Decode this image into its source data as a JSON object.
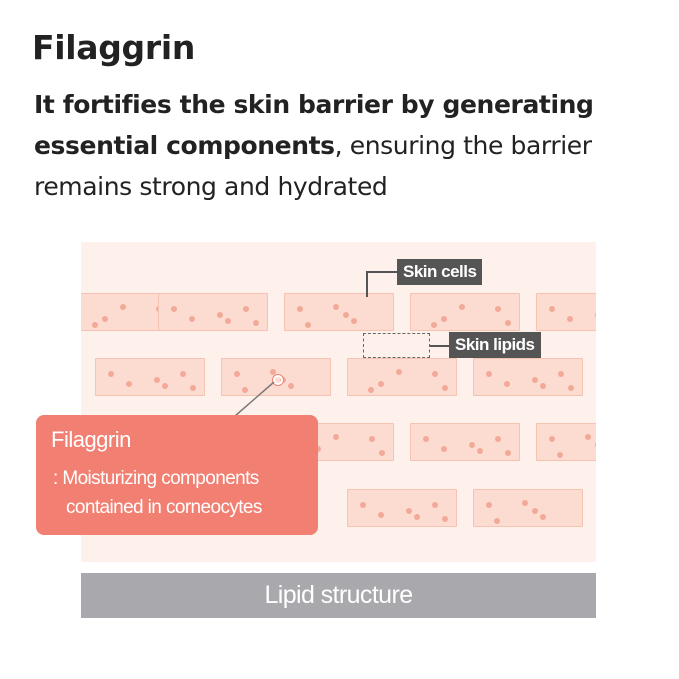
{
  "header": {
    "title": "Filaggrin",
    "desc_bold": "It fortifies the skin barrier by generating essential components",
    "desc_rest": ", ensuring the barrier remains strong and hydrated"
  },
  "diagram": {
    "labels": {
      "skin_cells": "Skin cells",
      "skin_lipids": "Skin lipids"
    },
    "filaggrin_card": {
      "title": "Filaggrin",
      "line1": ": Moisturizing components",
      "line2": "contained in corneocytes"
    },
    "base_bar": "Lipid structure"
  },
  "colors": {
    "card": "#f17f72",
    "tag": "#555555",
    "bar": "#a9a8ad",
    "cell": "#fcdcd1",
    "background": "#fef1ec"
  }
}
